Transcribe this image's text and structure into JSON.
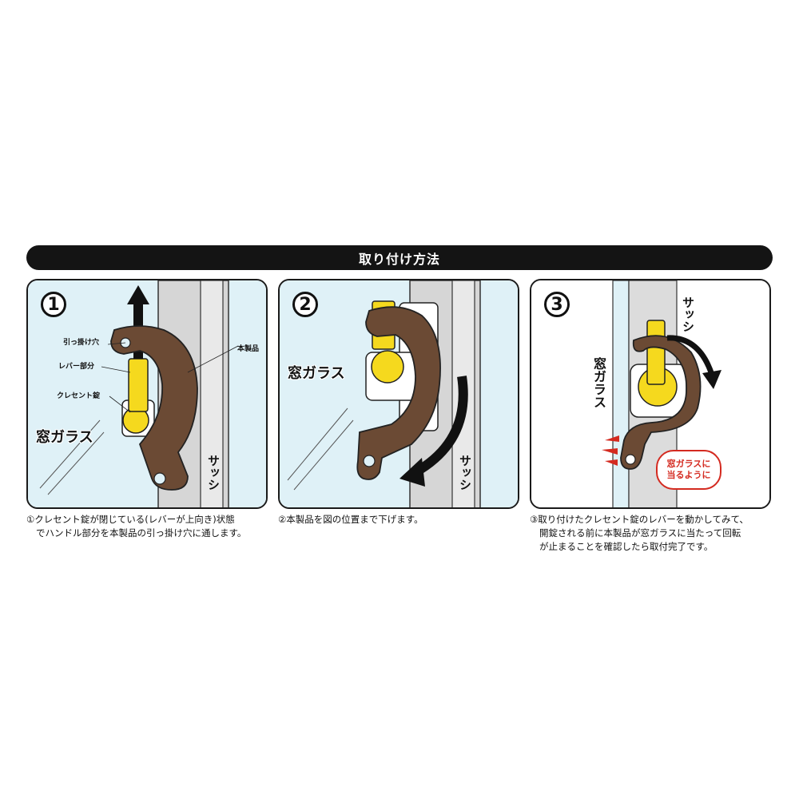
{
  "header": {
    "title": "取り付け方法"
  },
  "steps": [
    {
      "number": "1",
      "labels": {
        "hook_hole": "引っ掛け穴",
        "product": "本製品",
        "lever": "レバー部分",
        "lock": "クレセント錠"
      },
      "glass": "窓ガラス",
      "sash": "サッシ",
      "caption_line1": "①クレセント錠が閉じている(レバーが上向き)状態",
      "caption_line2": "でハンドル部分を本製品の引っ掛け穴に通します。"
    },
    {
      "number": "2",
      "glass": "窓ガラス",
      "sash": "サッシ",
      "caption_line1": "②本製品を図の位置まで下げます。"
    },
    {
      "number": "3",
      "glass": "窓ガラス",
      "sash": "サッシ",
      "callout_line1": "窓ガラスに",
      "callout_line2": "当るように",
      "caption_line1": "③取り付けたクレセント錠のレバーを動かしてみて、",
      "caption_line2": "開錠される前に本製品が窓ガラスに当たって回転",
      "caption_line3": "が止まることを確認したら取付完了です。"
    }
  ],
  "colors": {
    "header_bg": "#141414",
    "glass": "#dff1f7",
    "product": "#6b4a34",
    "lever": "#f5d91e",
    "sash": "#dcdcdc",
    "accent_red": "#d42a20"
  },
  "icons": [
    "arrow-up-icon",
    "arrow-down-curve-icon",
    "arrow-rotate-icon",
    "impact-lines-icon"
  ]
}
